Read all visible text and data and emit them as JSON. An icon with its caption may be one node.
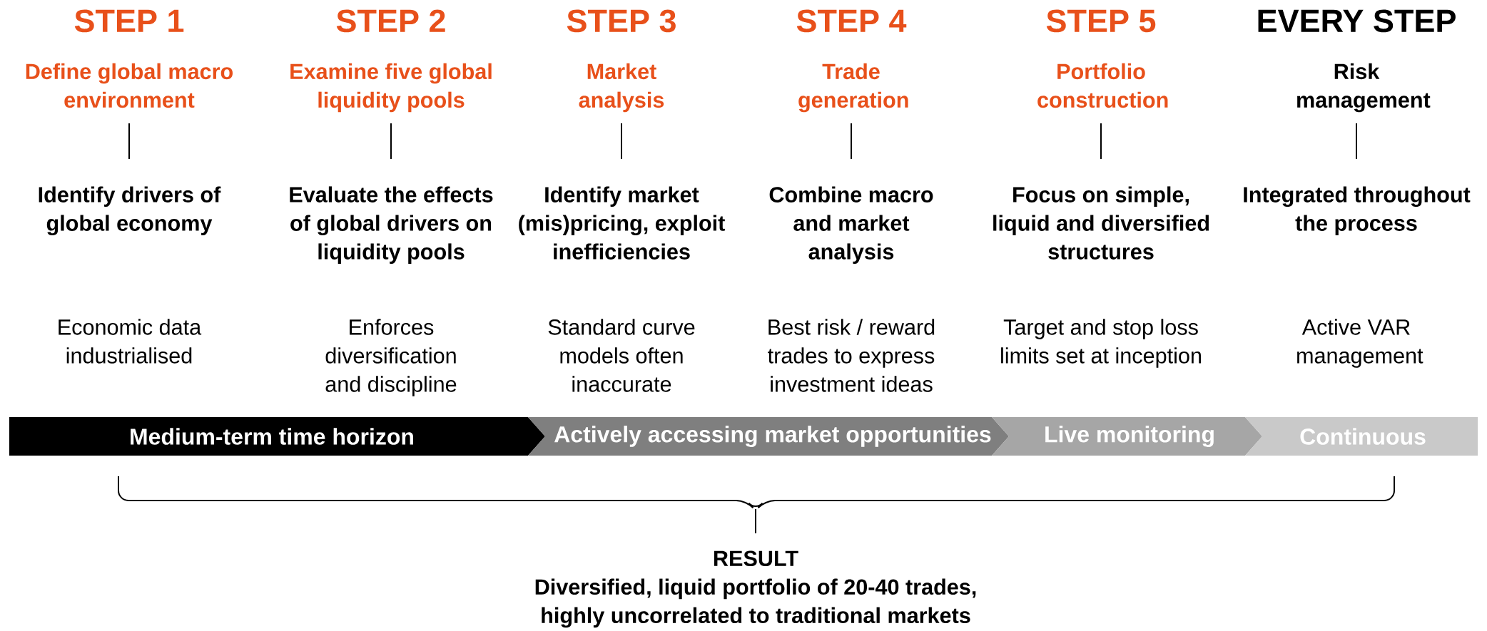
{
  "diagram": {
    "nodes": [
      {
        "text": [
          "STEP 1",
          "Define global macro environment"
        ]
      },
      {
        "text": [
          "Identify drivers of global economy",
          "Economic data industrialised"
        ]
      },
      {
        "text": [
          "STEP 2",
          "Examine five global liquidity pools"
        ]
      },
      {
        "text": [
          "Evaluate the effects of global drivers on liquidity pools",
          "Enforces diversification and discipline"
        ]
      },
      {
        "text": [
          "STEP 3",
          "Market analysis"
        ]
      },
      {
        "text": [
          "Identify market (mis)pricing, exploit inefficiencies",
          "Standard curve models often inaccurate"
        ]
      },
      {
        "text": [
          "STEP 4",
          "Trade generation"
        ]
      },
      {
        "text": [
          "Combine macro and market analysis",
          "Best risk / reward trades to express investment ideas"
        ]
      },
      {
        "text": [
          "STEP 5",
          "Portfolio construction"
        ]
      },
      {
        "text": [
          "Focus on simple, liquid and diversified structures",
          "Target and stop loss limits set at inception"
        ]
      },
      {
        "text": [
          "EVERY STEP",
          "Risk management"
        ]
      },
      {
        "text": [
          "Integrated throughout the process",
          "Active VAR management"
        ]
      },
      {
        "text": [
          "Medium-term time horizon"
        ]
      },
      {
        "text": [
          "Actively accessing market opportunities"
        ]
      },
      {
        "text": [
          "Live monitoring"
        ]
      },
      {
        "text": [
          "Continuous"
        ]
      },
      {
        "text": [
          "RESULT",
          "Diversified, liquid portfolio of 20-40 trades, highly uncorrelated to traditional markets"
        ]
      }
    ],
    "edges": [
      {
        "from": 0,
        "to": 1,
        "arrow": "none"
      },
      {
        "from": 2,
        "to": 3,
        "arrow": "none"
      },
      {
        "from": 4,
        "to": 5,
        "arrow": "none"
      },
      {
        "from": 6,
        "to": 7,
        "arrow": "none"
      },
      {
        "from": 8,
        "to": 9,
        "arrow": "none"
      },
      {
        "from": 10,
        "to": 11,
        "arrow": "none"
      }
    ]
  }
}
